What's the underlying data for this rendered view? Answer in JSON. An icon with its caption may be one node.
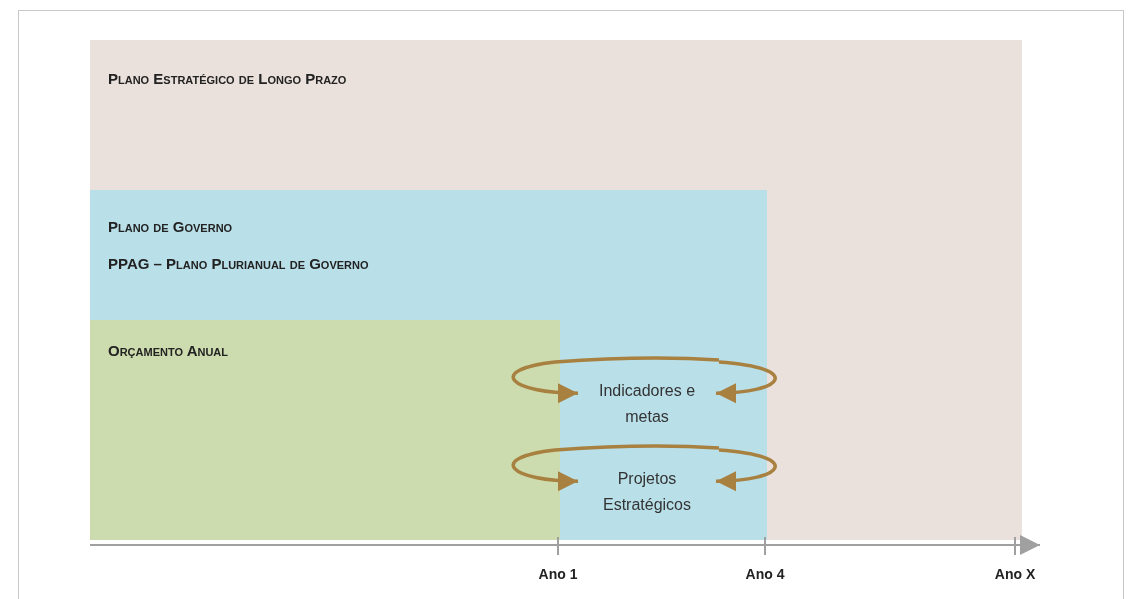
{
  "diagram": {
    "nodes": [
      {
        "text": [
          "Plano Estratégico de Longo Prazo"
        ]
      },
      {
        "text": [
          "Plano de Governo",
          "PPAG – Plano Plurianual de Governo"
        ],
        "in": 0
      },
      {
        "text": [
          "Orçamento Anual"
        ],
        "in": 1
      },
      {
        "text": [
          "Indicadores e metas"
        ],
        "in": 1
      },
      {
        "text": [
          "Projetos Estratégicos"
        ],
        "in": 1
      }
    ],
    "edges": [
      {
        "from": null,
        "to": 3,
        "arrow": "to"
      },
      {
        "from": null,
        "to": 3,
        "arrow": "to"
      },
      {
        "from": null,
        "to": 4,
        "arrow": "to"
      },
      {
        "from": null,
        "to": 4,
        "arrow": "to"
      }
    ],
    "labels": [
      "Ano 1",
      "Ano 4",
      "Ano X"
    ]
  }
}
